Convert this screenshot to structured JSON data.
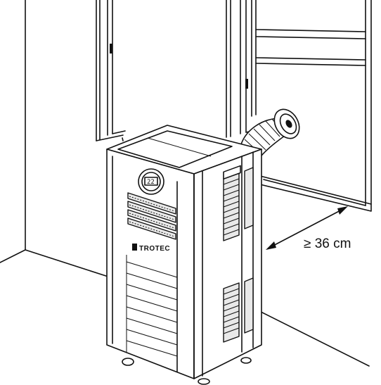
{
  "diagram": {
    "distance_label": "≥ 36 cm",
    "brand_name": "TROTEC",
    "display_readout": "22"
  }
}
